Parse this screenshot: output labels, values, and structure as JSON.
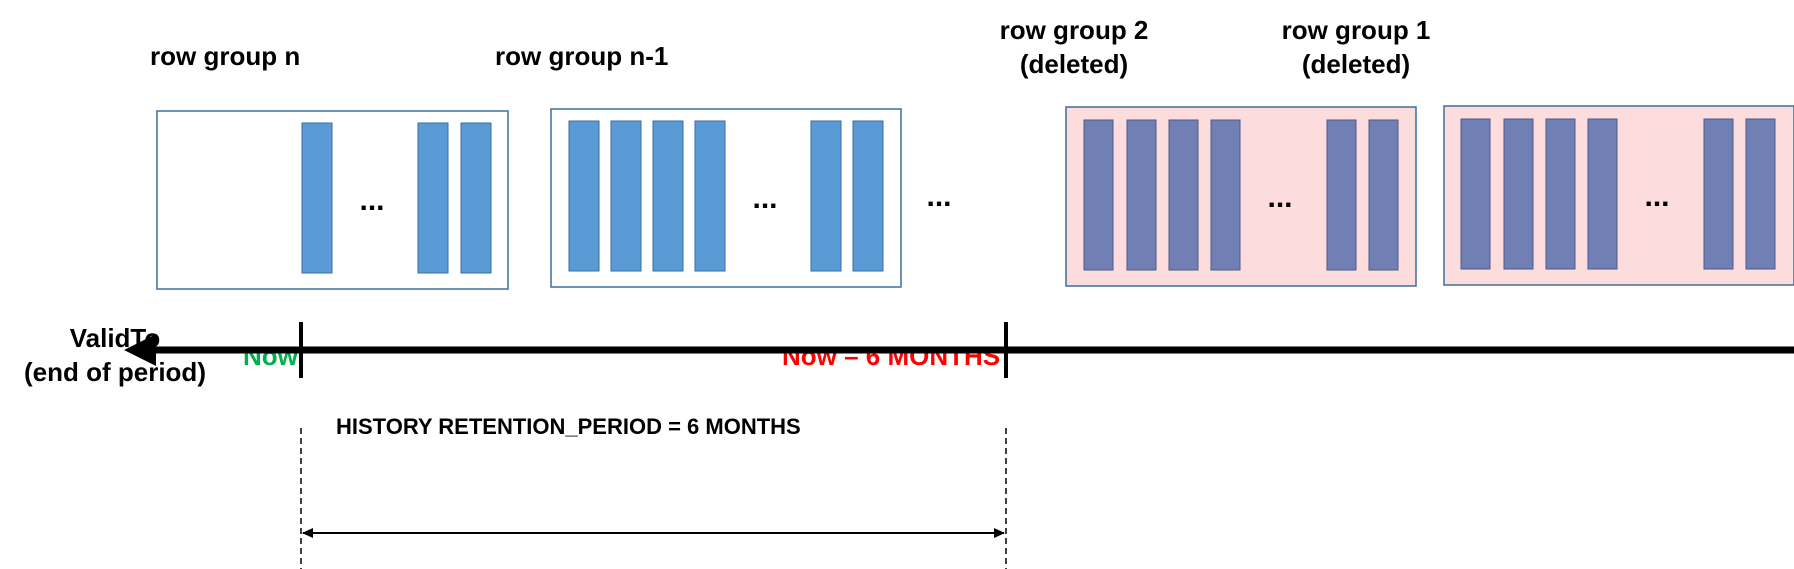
{
  "row_groups": [
    {
      "id": "n",
      "title": "row group n",
      "status": "",
      "deleted": false,
      "ellipsis": "..."
    },
    {
      "id": "n-1",
      "title": "row group n-1",
      "status": "",
      "deleted": false,
      "ellipsis": "..."
    },
    {
      "id": "2",
      "title": "row group 2",
      "status": "(deleted)",
      "deleted": true,
      "ellipsis": "..."
    },
    {
      "id": "1",
      "title": "row group 1",
      "status": "(deleted)",
      "deleted": true,
      "ellipsis": "..."
    }
  ],
  "between_groups_ellipsis": "...",
  "axis": {
    "label_line1": "ValidTo",
    "label_line2": "(end of period)",
    "now_label": "Now",
    "cutoff_label": "Now – 6 MONTHS"
  },
  "retention_label": "HISTORY RETENTION_PERIOD =  6 MONTHS",
  "colors": {
    "active_box_border": "#3d6f9e",
    "active_bar": "#5b9bd5",
    "active_bar_border": "#3a6ea5",
    "deleted_box_fill": "#fcdcdc",
    "deleted_bar": "#7080b4",
    "deleted_bar_border": "#4a5a8a",
    "now": "#00b050",
    "cutoff": "#ff0000",
    "axis": "#000000"
  }
}
